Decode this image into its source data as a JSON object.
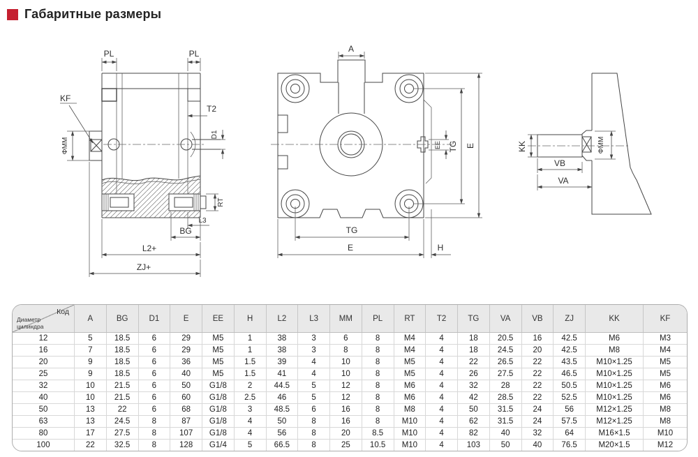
{
  "page": {
    "title": "Габаритные размеры",
    "accent_color": "#c51f30"
  },
  "drawings": {
    "side_view": {
      "labels": {
        "pl_left": "PL",
        "pl_right": "PL",
        "kf": "KF",
        "mm": "ΦMM",
        "t2": "T2",
        "d1": "D1",
        "rt": "RT",
        "l3": "L3",
        "bg": "BG",
        "l2": "L2+",
        "zj": "ZJ+"
      }
    },
    "front_view": {
      "labels": {
        "a": "A",
        "ee": "EE",
        "tg_v": "TG",
        "e_v": "E",
        "tg_h": "TG",
        "e_h": "E",
        "h": "H"
      }
    },
    "rod_view": {
      "labels": {
        "kk": "KK",
        "mm": "ΦMM",
        "vb": "VB",
        "va": "VA"
      }
    }
  },
  "table": {
    "corner": {
      "top": "Код",
      "bottom": "Диаметр цилиндра"
    },
    "columns": [
      "A",
      "BG",
      "D1",
      "E",
      "EE",
      "H",
      "L2",
      "L3",
      "MM",
      "PL",
      "RT",
      "T2",
      "TG",
      "VA",
      "VB",
      "ZJ",
      "KK",
      "KF"
    ],
    "rows": [
      [
        "12",
        "5",
        "18.5",
        "6",
        "29",
        "M5",
        "1",
        "38",
        "3",
        "6",
        "8",
        "M4",
        "4",
        "18",
        "20.5",
        "16",
        "42.5",
        "M6",
        "M3"
      ],
      [
        "16",
        "7",
        "18.5",
        "6",
        "29",
        "M5",
        "1",
        "38",
        "3",
        "8",
        "8",
        "M4",
        "4",
        "18",
        "24.5",
        "20",
        "42.5",
        "M8",
        "M4"
      ],
      [
        "20",
        "9",
        "18.5",
        "6",
        "36",
        "M5",
        "1.5",
        "39",
        "4",
        "10",
        "8",
        "M5",
        "4",
        "22",
        "26.5",
        "22",
        "43.5",
        "M10×1.25",
        "M5"
      ],
      [
        "25",
        "9",
        "18.5",
        "6",
        "40",
        "M5",
        "1.5",
        "41",
        "4",
        "10",
        "8",
        "M5",
        "4",
        "26",
        "27.5",
        "22",
        "46.5",
        "M10×1.25",
        "M5"
      ],
      [
        "32",
        "10",
        "21.5",
        "6",
        "50",
        "G1/8",
        "2",
        "44.5",
        "5",
        "12",
        "8",
        "M6",
        "4",
        "32",
        "28",
        "22",
        "50.5",
        "M10×1.25",
        "M6"
      ],
      [
        "40",
        "10",
        "21.5",
        "6",
        "60",
        "G1/8",
        "2.5",
        "46",
        "5",
        "12",
        "8",
        "M6",
        "4",
        "42",
        "28.5",
        "22",
        "52.5",
        "M10×1.25",
        "M6"
      ],
      [
        "50",
        "13",
        "22",
        "6",
        "68",
        "G1/8",
        "3",
        "48.5",
        "6",
        "16",
        "8",
        "M8",
        "4",
        "50",
        "31.5",
        "24",
        "56",
        "M12×1.25",
        "M8"
      ],
      [
        "63",
        "13",
        "24.5",
        "8",
        "87",
        "G1/8",
        "4",
        "50",
        "8",
        "16",
        "8",
        "M10",
        "4",
        "62",
        "31.5",
        "24",
        "57.5",
        "M12×1.25",
        "M8"
      ],
      [
        "80",
        "17",
        "27.5",
        "8",
        "107",
        "G1/8",
        "4",
        "56",
        "8",
        "20",
        "8.5",
        "M10",
        "4",
        "82",
        "40",
        "32",
        "64",
        "M16×1.5",
        "M10"
      ],
      [
        "100",
        "22",
        "32.5",
        "8",
        "128",
        "G1/4",
        "5",
        "66.5",
        "8",
        "25",
        "10.5",
        "M10",
        "4",
        "103",
        "50",
        "40",
        "76.5",
        "M20×1.5",
        "M12"
      ]
    ]
  }
}
